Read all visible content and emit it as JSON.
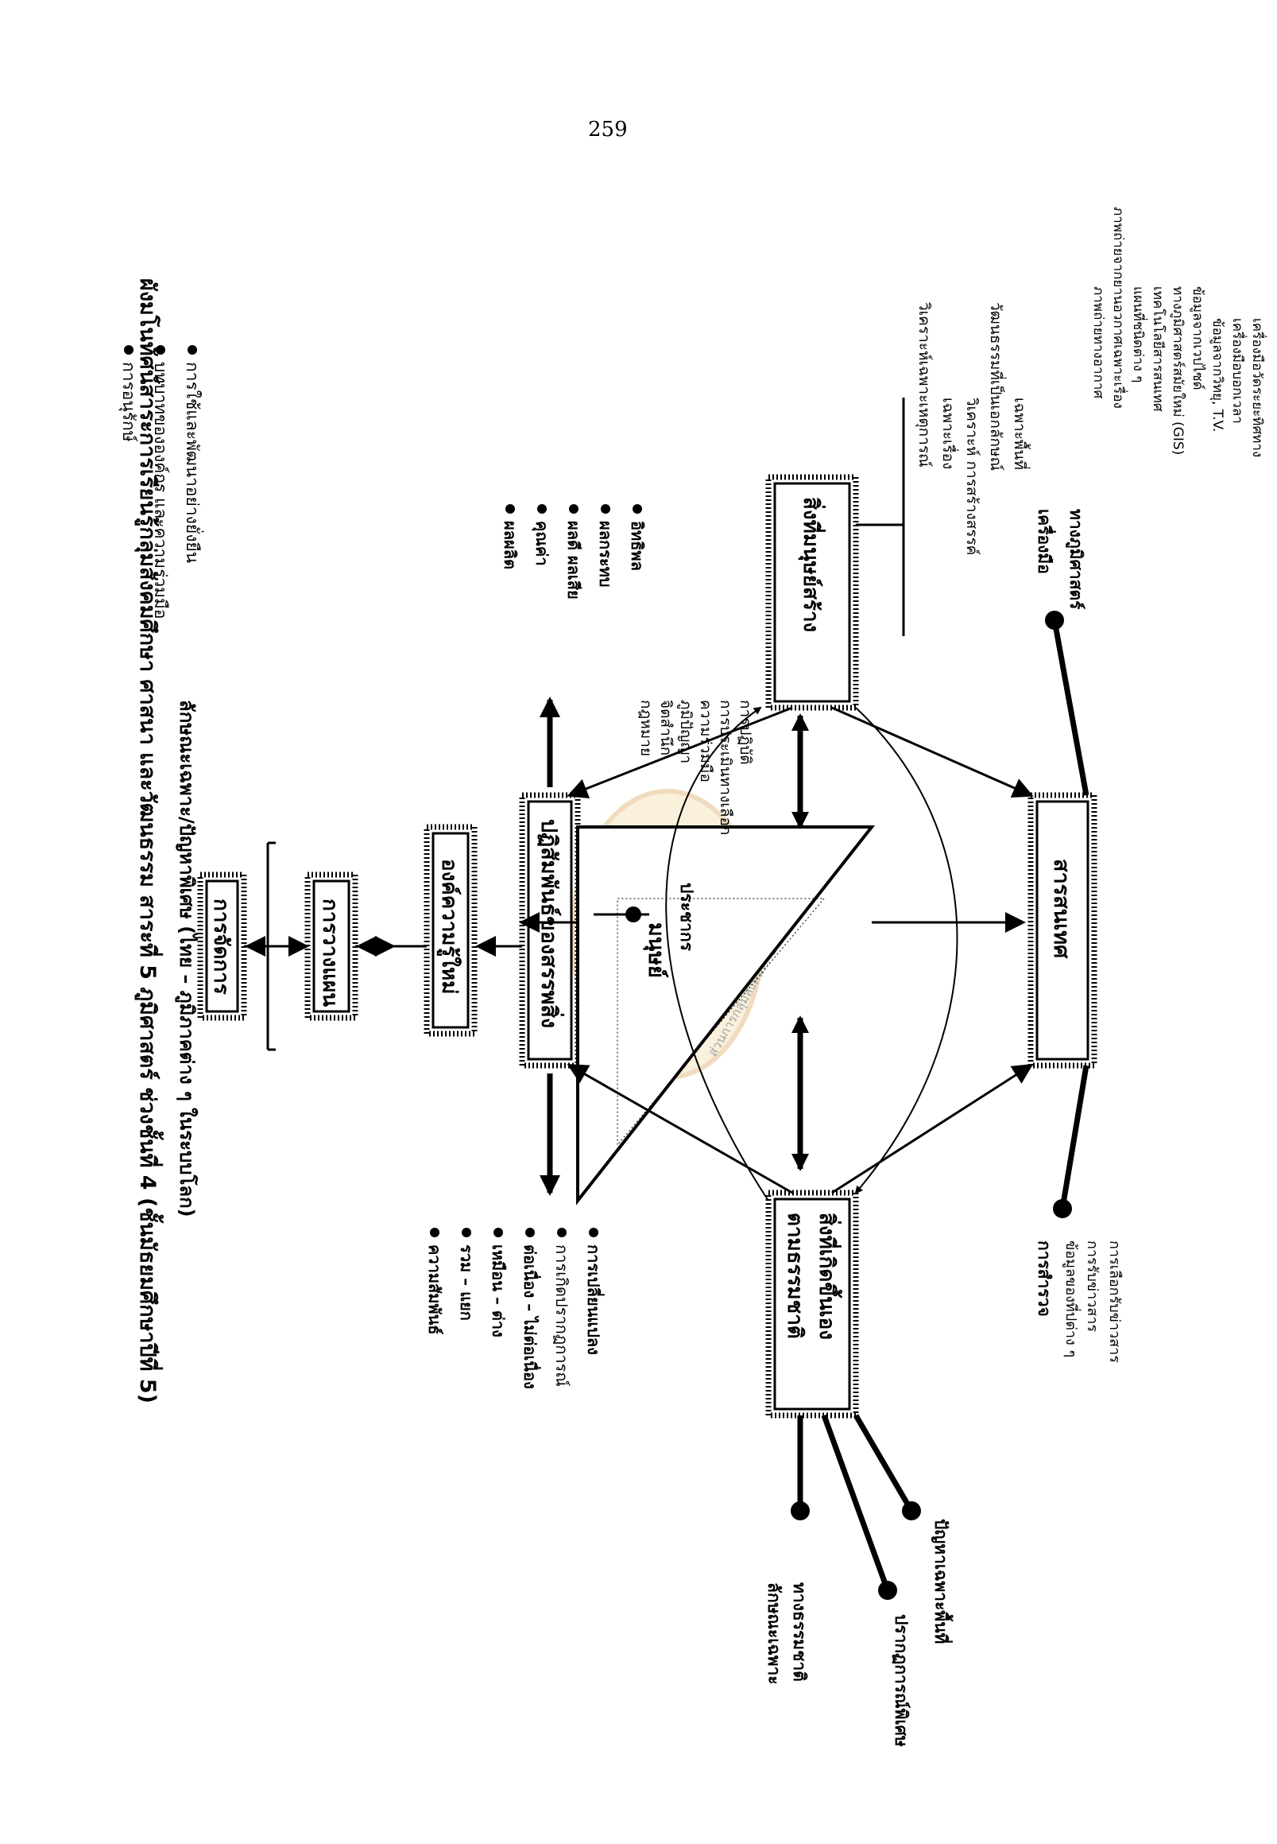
{
  "page_number": "259",
  "title": {
    "line1": "ผังมโนทัศน์สาระการเรียนรู้กลุ่มสังคมศึกษา ศาสนา และวัฒนธรรม  สาระที่ 5 ภูมิศาสตร์ ช่วงชั้นที่ 4 (ชั้นมัธยมศึกษาปีที่ 5)",
    "line2": "ลักษณะเฉพาะ/ปัญหาพิเศษ (ไทย – ภูมิภาคต่าง ๆ ในระบบโลก)"
  },
  "management_notes": [
    "การใช้และพัฒนาอย่างยั่งยืน",
    "บทบาทขององค์กร และความร่วมมือ",
    "การอนุรักษ์"
  ],
  "boxes": {
    "management": "การจัดการ",
    "planning": "การวางแผน",
    "new_knowledge": "องค์ความรู้ใหม่",
    "interaction": "ปฏิสัมพันธ์ของสรรพสิ่ง",
    "human": "มนุษย์",
    "natural_line1": "สิ่งที่เกิดขึ้นเอง",
    "natural_line2": "ตามธรรมชาติ",
    "manmade": "สิ่งที่มนุษย์สร้าง",
    "info": "สารสนเทศ"
  },
  "relation_bullets": [
    "ความสัมพันธ์",
    "รวม – แยก",
    "เหมือน – ต่าง",
    "ต่อเนื่อง – ไม่ต่อเนื่อง",
    "การเกิดปรากฏการณ์",
    "การเปลี่ยนแปลง"
  ],
  "effect_bullets": [
    "ผลผลิต",
    "คุณค่า",
    "ผลดี ผลเสีย",
    "ผลกระทบ",
    "อิทธิพล"
  ],
  "manmade_items": [
    "วิเคราะห์เฉพาะเหตุการณ์",
    "เฉพาะเรื่อง",
    "วิเคราะห์ การสร้างสรรค์",
    "วัฒนธรรมที่เป็นเอกลักษณ์",
    "เฉพาะพื้นที่"
  ],
  "tools_label": "เครื่องมือ",
  "tools_sub": "ทางภูมิศาสตร์",
  "tools_items": [
    "ภาพถ่ายทางอากาศ",
    "ภาพถ่ายจากยานอวกาศเฉพาะเรื่อง",
    "แผนที่ชนิดต่าง ๆ",
    "เทคโนโลยีสารสนเทศ",
    "ทางภูมิศาสตร์สมัยใหม่ (GIS)",
    "ข้อมูลจากเวปไซด์",
    "ข้อมูลจากวิทยุ, T.V.",
    "เครื่องมือบอกเวลา",
    "เครื่องมือวัดระยะทิศทาง"
  ],
  "population_label": "ประชากร",
  "population_items": [
    "กฎหมาย",
    "จิตสำนึก",
    "ภูมิปัญญา",
    "ความร่วมมือ",
    "การประเมินทางเลือก",
    "การปฏิบัติ"
  ],
  "survey_label": "การสำรวจ",
  "survey_items": [
    "ข้อมูลของที่ปต่าง ๆ",
    "การรับข่าวสาร",
    "การเลือกรับข่าวสาร"
  ],
  "natural_features": [
    "ลักษณะเฉพาะ",
    "ทางธรรมชาติ",
    "ปรากฏการณ์พิเศษ",
    "ปัญหาเฉพาะพื้นที่"
  ],
  "watermark": "ส่วนการกลุ่มสังคมศึกษา"
}
